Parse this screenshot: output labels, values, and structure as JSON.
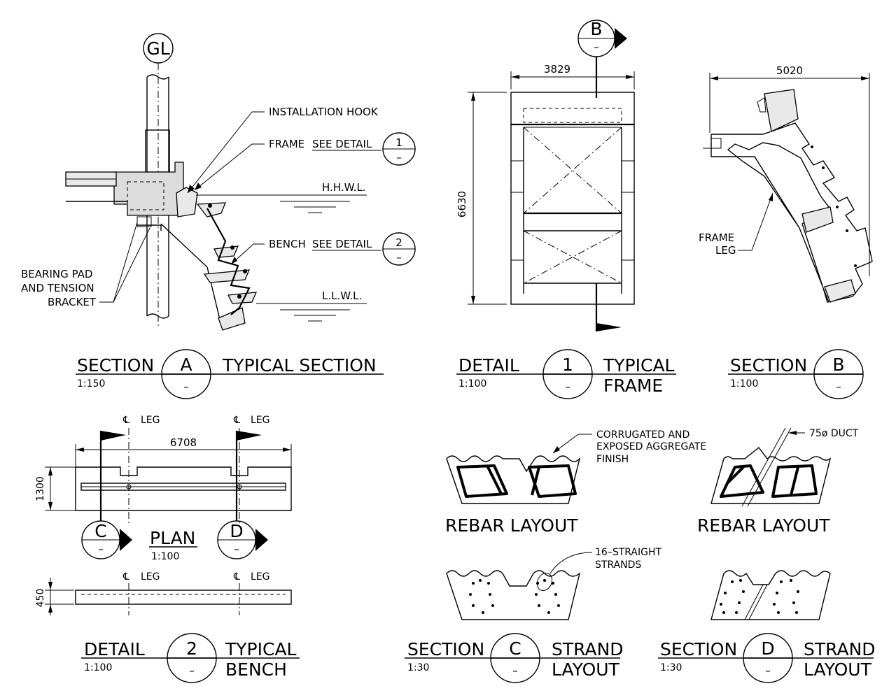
{
  "section_a": {
    "grid_label": "GL",
    "installation_hook": "INSTALLATION HOOK",
    "frame_note": "FRAME",
    "bench_note": "BENCH",
    "see_detail": "SEE DETAIL",
    "ref_1_num": "1",
    "ref_2_num": "2",
    "ref_sub": "–",
    "hhwl": "H.H.W.L.",
    "llwl": "L.L.W.L.",
    "bearing_line1": "BEARING PAD",
    "bearing_line2": "AND TENSION",
    "bearing_line3": "BRACKET",
    "title_word": "SECTION",
    "title_letter": "A",
    "title_sub": "–",
    "title_desc": "TYPICAL SECTION",
    "scale": "1:150"
  },
  "detail_1": {
    "marker_letter": "B",
    "marker_sub": "–",
    "width_dim": "3829",
    "height_dim": "6630",
    "title_word": "DETAIL",
    "title_num": "1",
    "title_sub": "–",
    "title_desc1": "TYPICAL",
    "title_desc2": "FRAME",
    "scale": "1:100"
  },
  "section_b": {
    "width_dim": "5020",
    "frame_leg1": "FRAME",
    "frame_leg2": "LEG",
    "title_word": "SECTION",
    "title_letter": "B",
    "title_sub": "–",
    "scale": "1:100"
  },
  "detail_2": {
    "cl_leg": "LEG",
    "cl_symbol": "℄",
    "length_dim": "6708",
    "plan_width_dim": "1300",
    "elev_height_dim": "450",
    "marker_c": "C",
    "marker_d": "D",
    "marker_sub": "–",
    "plan_title": "PLAN",
    "plan_scale": "1:100",
    "title_word": "DETAIL",
    "title_num": "2",
    "title_sub": "–",
    "title_desc1": "TYPICAL",
    "title_desc2": "BENCH",
    "scale": "1:100"
  },
  "section_c": {
    "finish_line1": "CORRUGATED AND",
    "finish_line2": "EXPOSED AGGREGATE",
    "finish_line3": "FINISH",
    "rebar_title": "REBAR LAYOUT",
    "strands_line1": "16–STRAIGHT",
    "strands_line2": "STRANDS",
    "title_word": "SECTION",
    "title_letter": "C",
    "title_sub": "–",
    "title_desc1": "STRAND",
    "title_desc2": "LAYOUT",
    "scale": "1:30"
  },
  "section_d": {
    "duct_note": "75ø DUCT",
    "rebar_title": "REBAR LAYOUT",
    "title_word": "SECTION",
    "title_letter": "D",
    "title_sub": "–",
    "title_desc1": "STRAND",
    "title_desc2": "LAYOUT",
    "scale": "1:30"
  }
}
